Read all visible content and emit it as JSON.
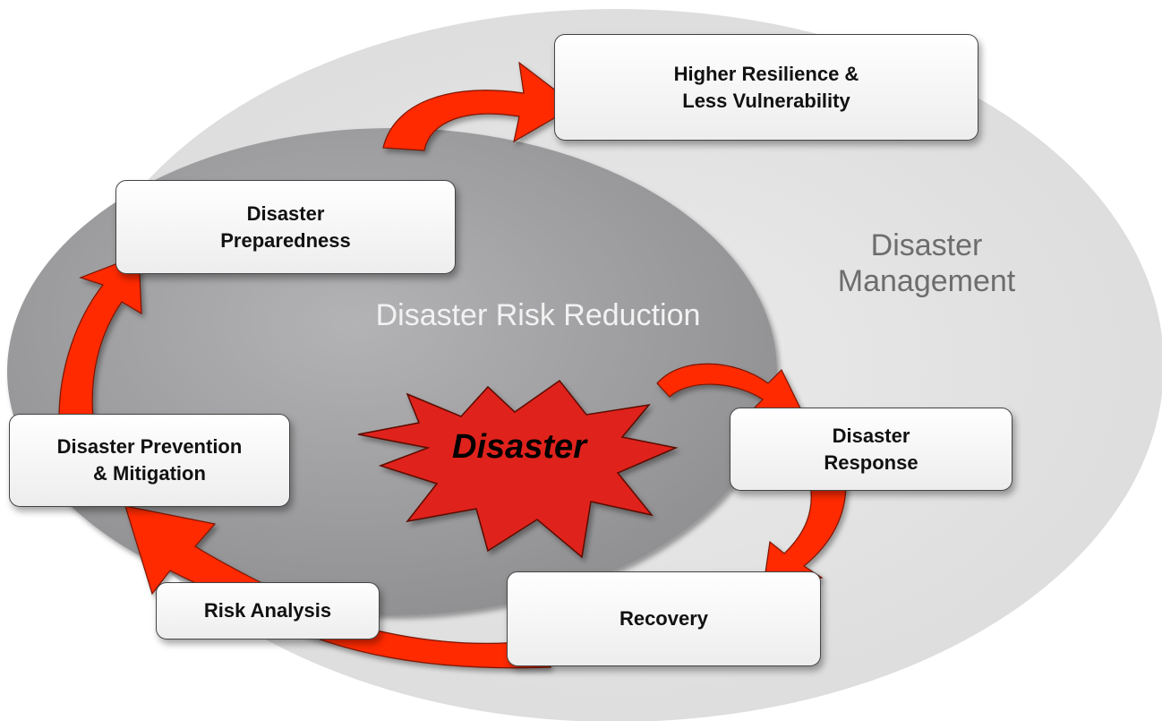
{
  "region_labels": {
    "outer": [
      "Disaster",
      "Management"
    ],
    "inner": "Disaster Risk Reduction"
  },
  "center": {
    "label": "Disaster"
  },
  "stages": {
    "resilience": [
      "Higher Resilience &",
      "Less Vulnerability"
    ],
    "preparedness": [
      "Disaster",
      "Preparedness"
    ],
    "prevention": [
      "Disaster Prevention",
      "& Mitigation"
    ],
    "response": [
      "Disaster",
      "Response"
    ],
    "recovery": "Recovery",
    "risk_analysis": "Risk Analysis"
  },
  "colors": {
    "outer_ellipse": "#e6e6e6",
    "inner_ellipse": "#a9a9ab",
    "arrow_fill": "#ff2a00",
    "burst_fill": "#e0201a",
    "inner_label": "#f2f2f2",
    "outer_label": "#6d6d6d"
  }
}
